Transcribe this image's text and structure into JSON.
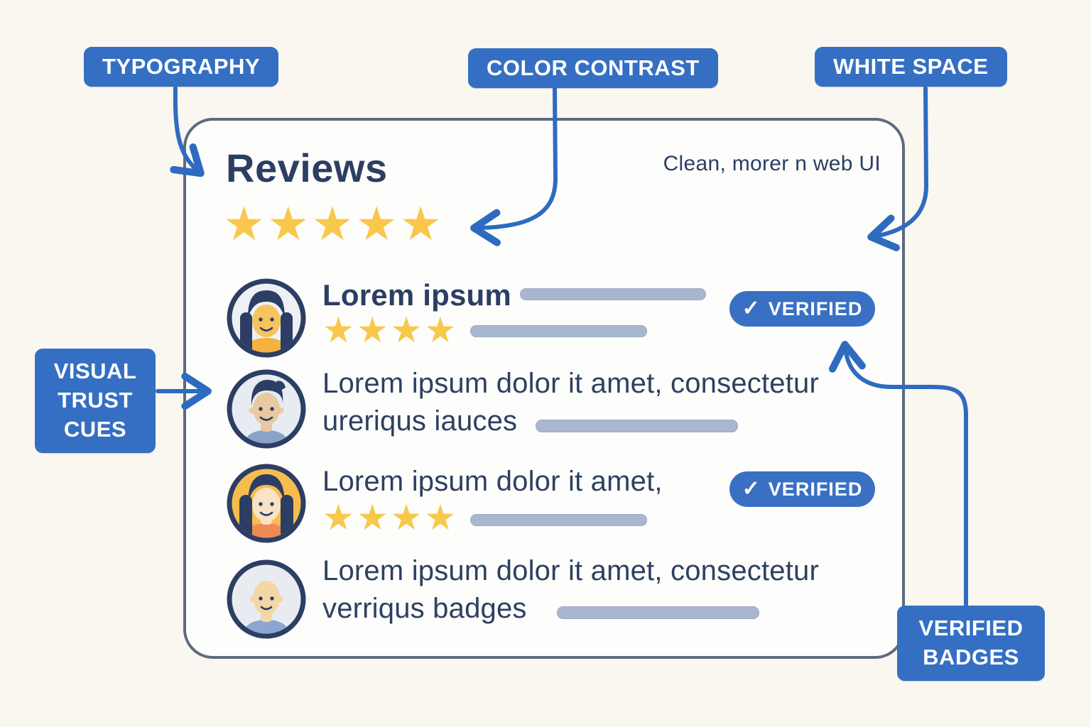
{
  "annotations": {
    "typography": {
      "label": "TYPOGRAPHY"
    },
    "color_contrast": {
      "label": "COLOR CONTRAST"
    },
    "white_space": {
      "label": "WHITE SPACE"
    },
    "visual_trust_cues": {
      "lines": [
        "VISUAL",
        "TRUST",
        "CUES"
      ]
    },
    "verified_badges": {
      "lines": [
        "VERIFIED",
        "BADGES"
      ]
    }
  },
  "card": {
    "title": "Reviews",
    "tagline": "Clean, morer n web UI",
    "hero_rating": 5,
    "hero_stars": "★★★★★"
  },
  "reviews": [
    {
      "name": "Lorem ipsum",
      "rating": 4,
      "stars": "★★★★",
      "verified_label": "VERIFIED",
      "check": "✓"
    },
    {
      "line1": "Lorem ipsum dolor it amet, consectetur",
      "line2": "ureriqus iauces"
    },
    {
      "line1": "Lorem ipsum dolor it amet,",
      "rating": 4,
      "stars": "★★★★",
      "verified_label": "VERIFIED",
      "check": "✓"
    },
    {
      "line1": "Lorem ipsum dolor it amet, consectetur",
      "line2": "verriqus badges"
    }
  ],
  "colors": {
    "background": "#faf6f0",
    "annotation_blue": "#346fc3",
    "badge_blue": "#3a70c4",
    "card_border": "#5d6b80",
    "navy_text": "#2c3e63",
    "star_gold": "#f8c74b",
    "placeholder_gray": "#a9b7ce"
  }
}
